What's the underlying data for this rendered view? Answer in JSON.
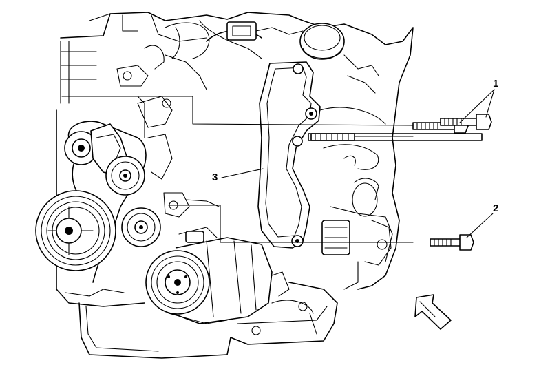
{
  "callouts": {
    "one": "1",
    "two": "2",
    "three": "3"
  },
  "colors": {
    "line": "#000000",
    "background": "#ffffff"
  },
  "icons": {
    "direction": "front-direction-arrow-icon"
  }
}
